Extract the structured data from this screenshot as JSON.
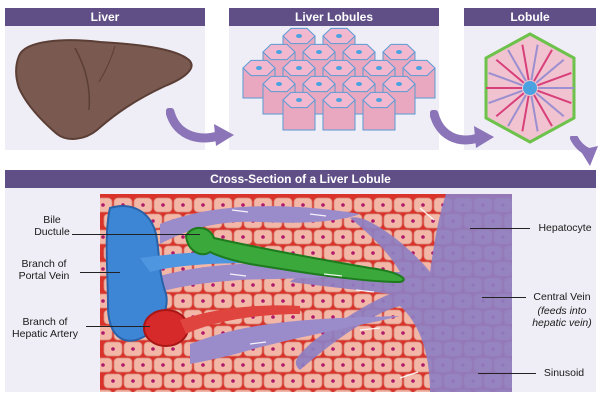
{
  "panels": {
    "liver": {
      "title": "Liver"
    },
    "lobules": {
      "title": "Liver Lobules"
    },
    "lobule": {
      "title": "Lobule"
    },
    "cross_section": {
      "title": "Cross-Section of a Liver Lobule"
    }
  },
  "labels": {
    "bile_ductule": "Bile\nDuctule",
    "portal_vein": "Branch of\nPortal Vein",
    "hepatic_artery": "Branch of\nHepatic Artery",
    "hepatocyte": "Hepatocyte",
    "central_vein": "Central Vein",
    "central_vein_note": "(feeds into\nhepatic vein)",
    "sinusoid": "Sinusoid"
  },
  "colors": {
    "title_bar": "#5f4f86",
    "panel_bg": "#efedf5",
    "arrow": "#8b74b8",
    "liver": "#7a5a50",
    "hepatocyte": "#f3b7a8",
    "nucleus": "#b0186a",
    "sinusoid": "#8e7fc2",
    "portal_vein": "#3d86d6",
    "hepatic_artery": "#d62a2a",
    "bile_ductule": "#2fa52f"
  },
  "icons": [
    "curved-arrow-icon"
  ]
}
